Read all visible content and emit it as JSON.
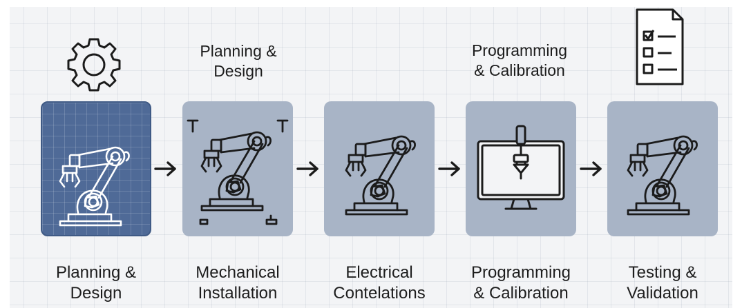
{
  "colors": {
    "blueprint_panel": "#4f6a97",
    "muted_panel": "#a8b4c6",
    "line_dark": "#1b1b1b",
    "line_light": "#ffffff"
  },
  "top_labels": {
    "planning": [
      "Planning &",
      "Design"
    ],
    "programming": [
      "Programming",
      "& Calibration"
    ]
  },
  "top_icons": [
    "gear-icon",
    "checklist-icon"
  ],
  "steps": [
    {
      "icon": "robot-arm-blueprint-icon",
      "label": [
        "Planning &",
        "Design"
      ]
    },
    {
      "icon": "robot-arm-mounting-icon",
      "label": [
        "Mechanical",
        "Installation"
      ]
    },
    {
      "icon": "robot-arm-icon",
      "label": [
        "Electrical",
        "Contelations"
      ]
    },
    {
      "icon": "monitor-icon",
      "label": [
        "Programming",
        "& Calibration"
      ]
    },
    {
      "icon": "robot-arm-icon",
      "label": [
        "Testing &",
        "Validation"
      ]
    }
  ],
  "arrows": [
    "arrow-right-icon",
    "arrow-right-icon",
    "arrow-right-icon",
    "arrow-right-icon"
  ]
}
